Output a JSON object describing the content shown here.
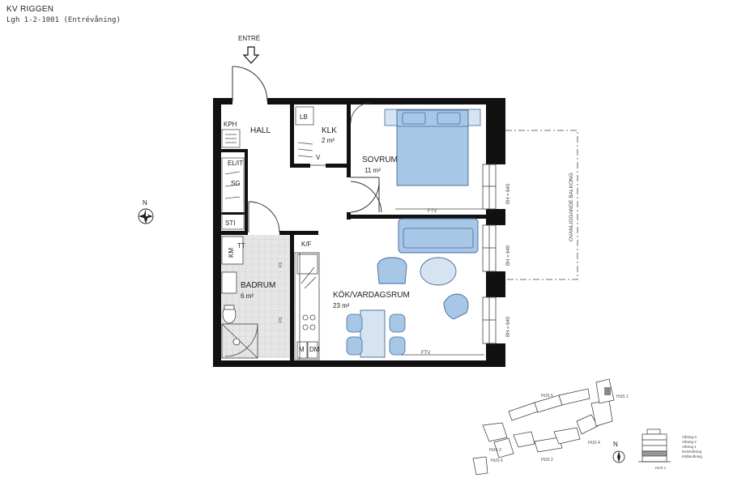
{
  "header": {
    "project": "KV RIGGEN",
    "unit": "Lgh 1-2-1001 (Entrévåning)"
  },
  "entrance_label": "ENTRÉ",
  "rooms": {
    "hall": "HALL",
    "klk": "KLK",
    "klk_area": "2 m²",
    "sovrum": "SOVRUM",
    "sovrum_area": "11 m²",
    "badrum": "BADRUM",
    "badrum_area": "6 m²",
    "kok": "KÖK/VARDAGSRUM",
    "kok_area": "23 m²"
  },
  "fixtures": {
    "kph": "KPH",
    "el_it": "EL/IT",
    "sg": "SG",
    "sti": "STI",
    "lb": "LB",
    "kf": "K/F",
    "ftv": "FTV",
    "fs": "FS",
    "km": "KM",
    "tt": "TT",
    "m": "M",
    "v": "V",
    "dm": "DM"
  },
  "windows": {
    "bh1": "BH = 640",
    "bh2": "BH = 640",
    "bh3": "BH = 640"
  },
  "balcony_label": "OVANLIGGANDE BALKONG",
  "compass_letter": "N",
  "site_plan": {
    "hus1": "HUS 1",
    "hus2": "HUS 2",
    "hus3": "HUS 3",
    "hus4": "HUS 4",
    "hus5": "HUS 5",
    "hus6": "HUS 6",
    "levels": [
      "Våning 3",
      "Våning 2",
      "Våning 1",
      "Entrévåning",
      "Källarvåning"
    ],
    "section_label": "HUS 1"
  },
  "colors": {
    "wall": "#111111",
    "furniture": "#a7c7e7",
    "furniture_stroke": "#44699a",
    "bath_floor": "#e4e4e4"
  }
}
